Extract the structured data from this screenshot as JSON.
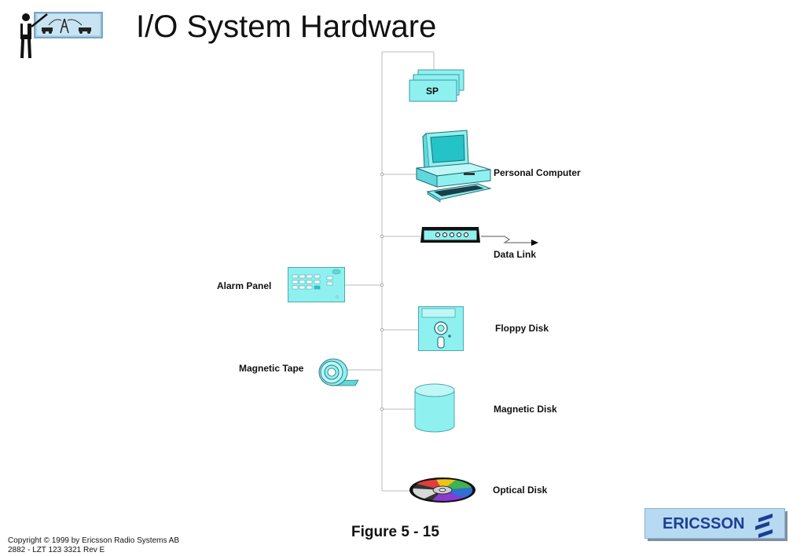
{
  "title": "I/O System Hardware",
  "devices": {
    "sp": "SP",
    "personal_computer": "Personal Computer",
    "data_link": "Data Link",
    "alarm_panel": "Alarm Panel",
    "floppy_disk": "Floppy Disk",
    "magnetic_tape": "Magnetic Tape",
    "magnetic_disk": "Magnetic Disk",
    "optical_disk": "Optical Disk"
  },
  "figure_label": "Figure  5 - 15",
  "footer": {
    "copyright": "Copyright © 1999 by Ericsson Radio Systems AB",
    "doc_id": "2882 - LZT 123 3321 Rev E"
  },
  "logo": {
    "text": "ERICSSON"
  },
  "colors": {
    "device_fill": "#8ff0f0",
    "device_dark": "#5fd8dc",
    "logo_bg": "#b7d9f2",
    "logo_text": "#1c3f94"
  },
  "icons": [
    "presenter-icon",
    "sp-icon",
    "computer-icon",
    "modem-icon",
    "alarm-panel-icon",
    "floppy-icon",
    "tape-icon",
    "disk-cylinder-icon",
    "cd-icon",
    "ericsson-logo"
  ]
}
